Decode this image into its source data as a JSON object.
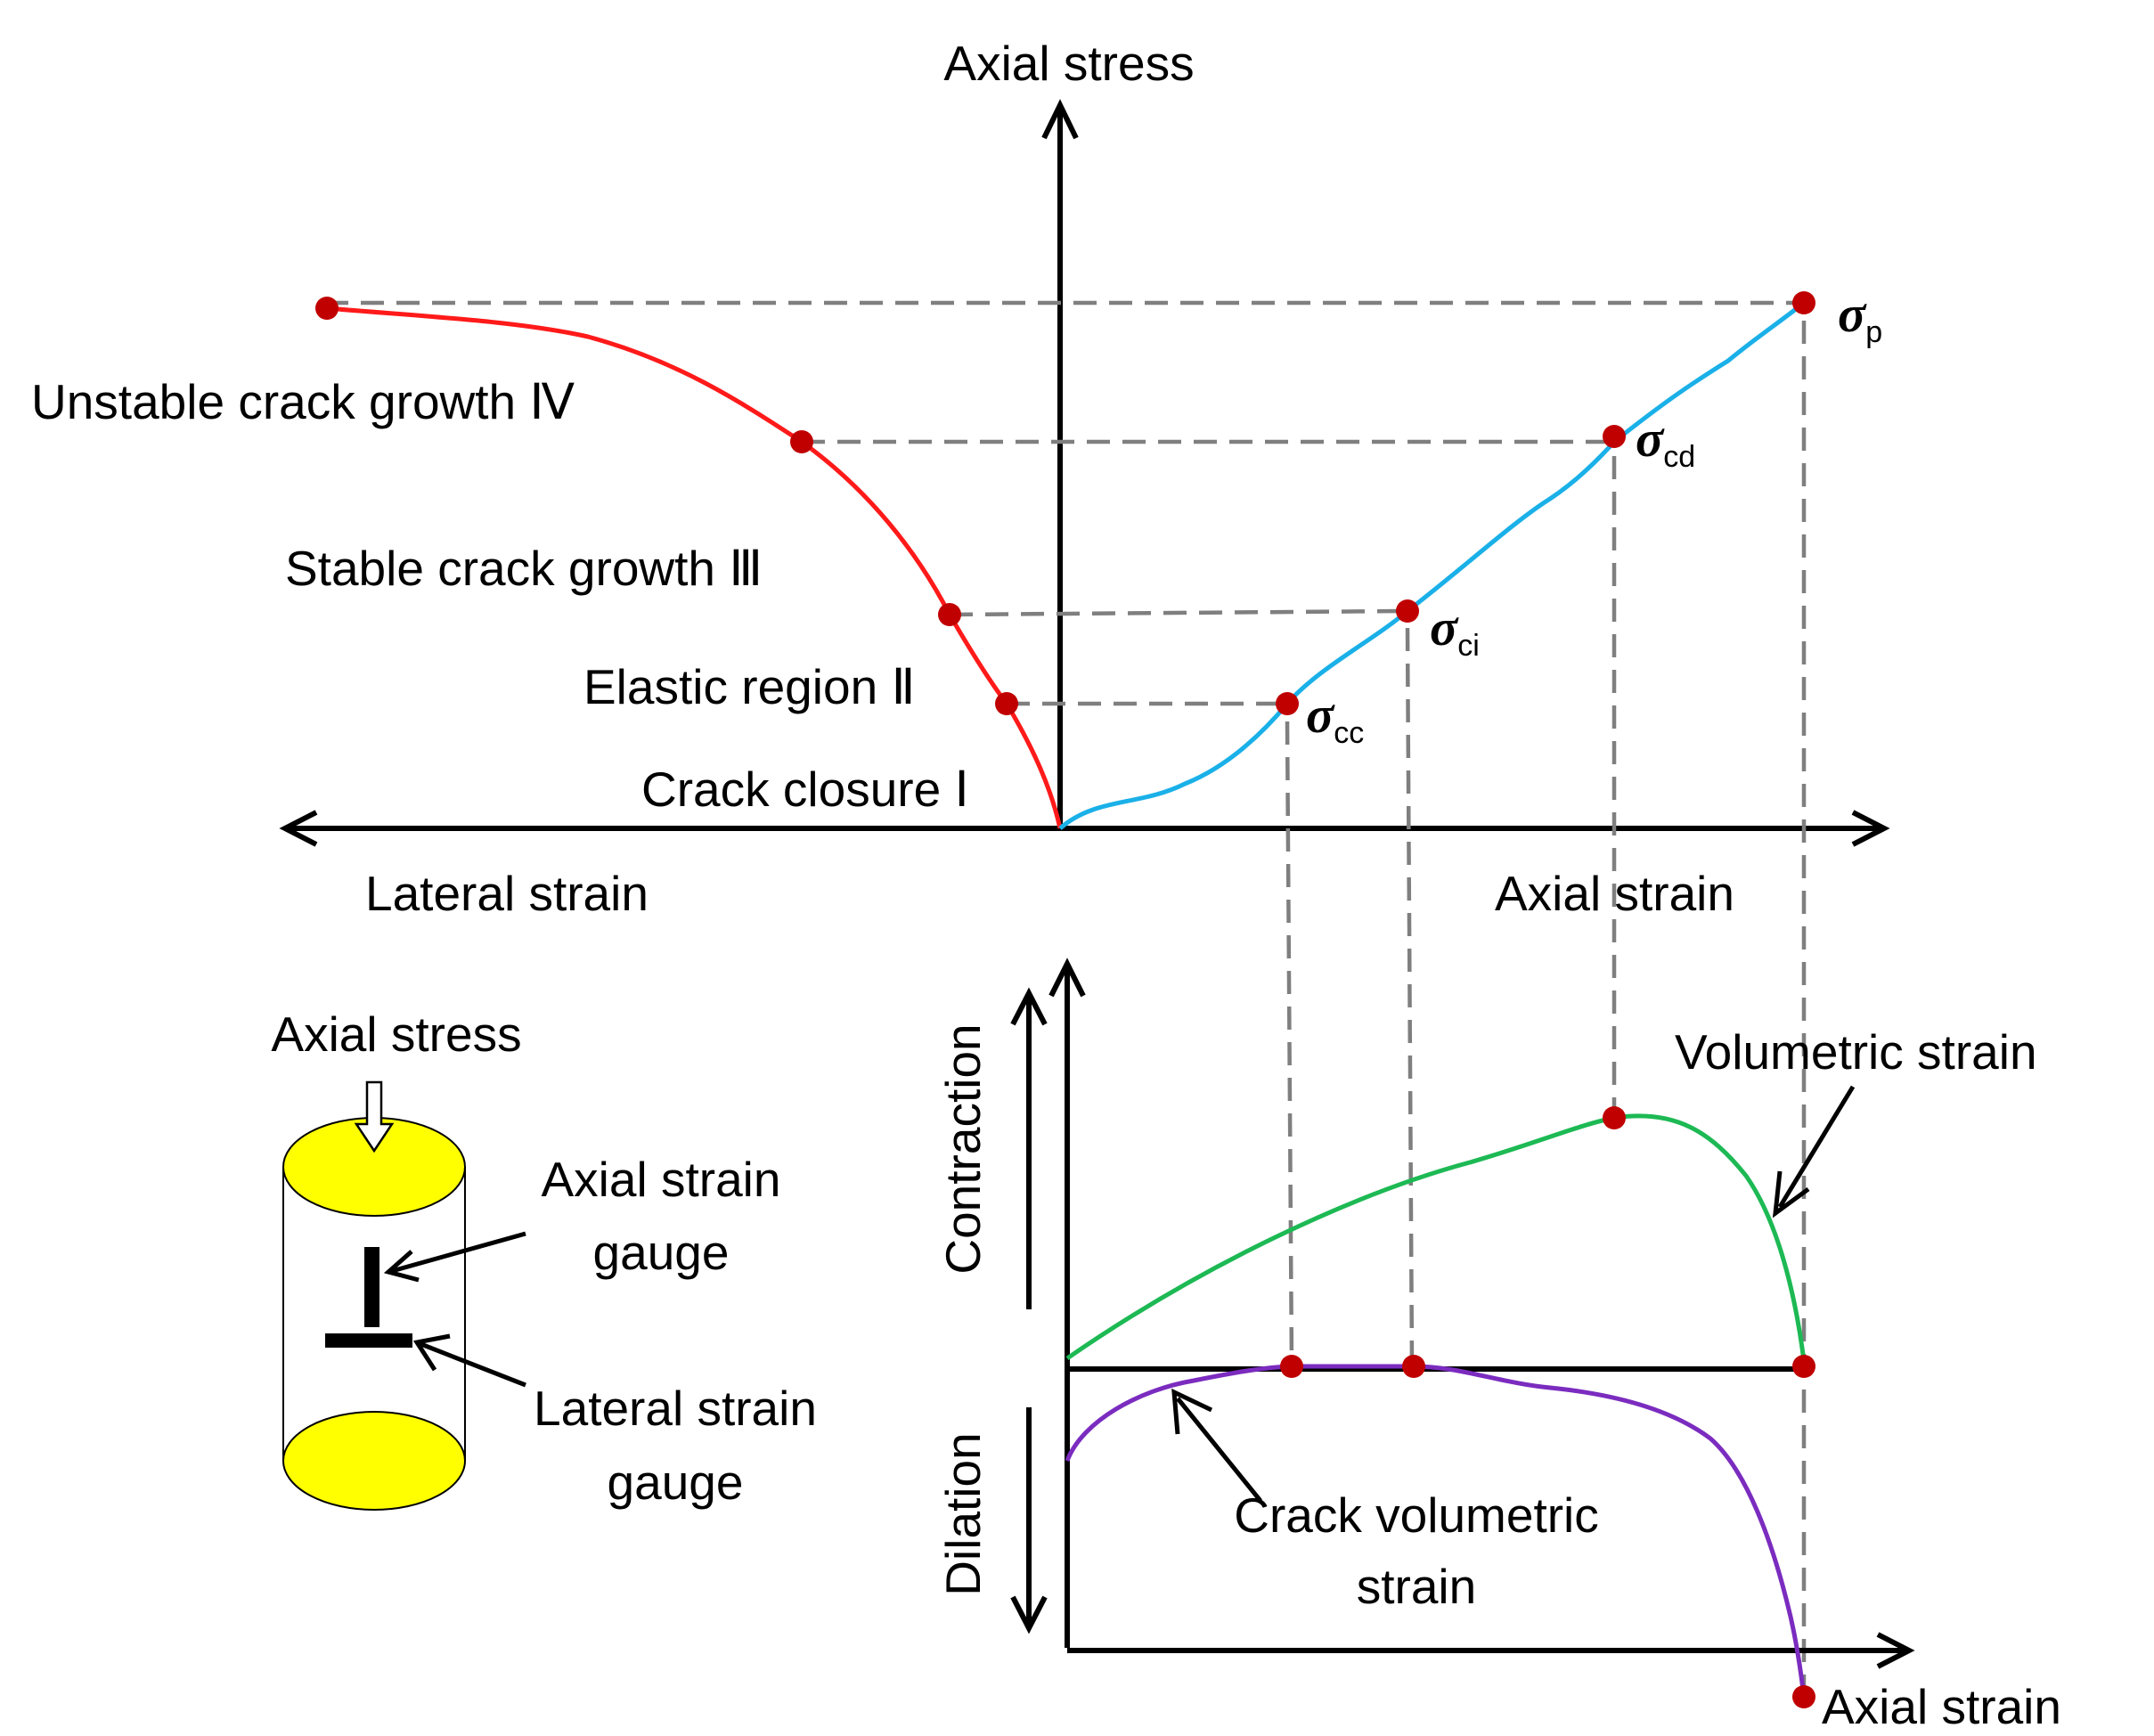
{
  "labels": {
    "axial_stress_top": "Axial stress",
    "lateral_strain": "Lateral strain",
    "axial_strain_top": "Axial strain",
    "axial_strain_bottom": "Axial strain",
    "contraction": "Contraction",
    "dilation": "Dilation",
    "volumetric_strain": "Volumetric strain",
    "crack_volumetric_strain_1": "Crack volumetric",
    "crack_volumetric_strain_2": "strain"
  },
  "stages": [
    {
      "text": "Unstable crack growth",
      "numeral": "Ⅳ"
    },
    {
      "text": "Stable crack growth",
      "numeral": "Ⅲ"
    },
    {
      "text": "Elastic region",
      "numeral": "Ⅱ"
    },
    {
      "text": "Crack closure",
      "numeral": "Ⅰ"
    }
  ],
  "thresholds": [
    {
      "symbol": "σ",
      "sub": "p"
    },
    {
      "symbol": "σ",
      "sub": "cd"
    },
    {
      "symbol": "σ",
      "sub": "ci"
    },
    {
      "symbol": "σ",
      "sub": "cc"
    }
  ],
  "specimen": {
    "axial_stress": "Axial stress",
    "axial_gauge_1": "Axial strain",
    "axial_gauge_2": "gauge",
    "lateral_gauge_1": "Lateral strain",
    "lateral_gauge_2": "gauge"
  },
  "colors": {
    "lateral_curve": "#ff1a1a",
    "axial_curve": "#1ab0e8",
    "volumetric_curve": "#1db954",
    "crack_volumetric_curve": "#7b2cbf",
    "points": "#c00000",
    "guides": "#7f7f7f",
    "specimen_face": "#ffff00"
  }
}
